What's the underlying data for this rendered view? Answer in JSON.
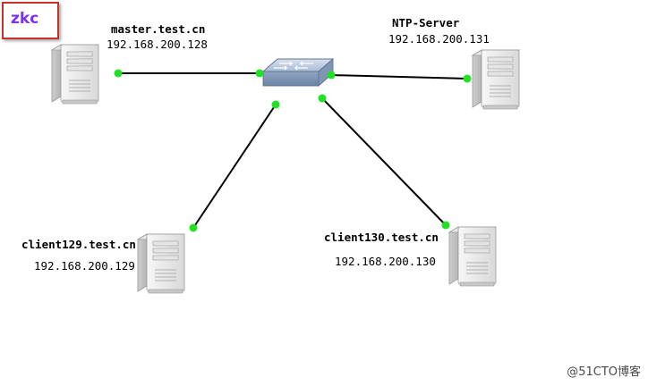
{
  "badge": {
    "text": "zkc"
  },
  "nodes": {
    "master": {
      "hostname": "master.test.cn",
      "ip": "192.168.200.128"
    },
    "ntp": {
      "hostname": "NTP-Server",
      "ip": "192.168.200.131"
    },
    "client129": {
      "hostname": "client129.test.cn",
      "ip": "192.168.200.129"
    },
    "client130": {
      "hostname": "client130.test.cn",
      "ip": "192.168.200.130"
    }
  },
  "watermark": {
    "text": "@51CTO博客"
  },
  "colors": {
    "link": "#000000",
    "port": "#22e022",
    "switch_top": "#b8c8dc",
    "switch_side": "#7e95b3",
    "server_body": "#eeeeee",
    "badge_border": "#c9302c",
    "badge_text": "#7b2ff7"
  },
  "icons": {
    "switch": "network-switch-icon",
    "server": "tower-server-icon"
  }
}
